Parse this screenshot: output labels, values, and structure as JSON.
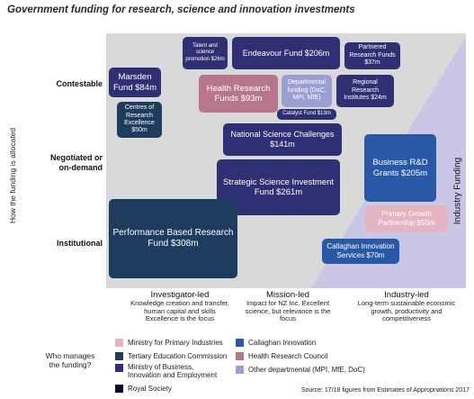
{
  "title": "Government funding for research, science and innovation investments",
  "y_axis_title": "How the funding is allocated",
  "y_rows": {
    "contestable": "Contestable",
    "negotiated_line1": "Negotiated or",
    "negotiated_line2": "on-demand",
    "institutional": "Institutional"
  },
  "industry_funding_label": "Industry Funding",
  "boxes": {
    "talent": "Talent and science promotion $26m",
    "endeavour": "Endeavour Fund $206m",
    "partnered": "Partnered Research Funds $37m",
    "marsden": "Marsden Fund $84m",
    "health": "Health Research Funds $93m",
    "departmental": "Departmental funding (DoC, MPI, MfE)",
    "regional": "Regional Research Institutes $24m",
    "catalyst": "Catalyst Fund $13m",
    "coe": "Centres of Research Excellence $50m",
    "nsc": "National Science Challenges $141m",
    "brd": "Business R&D Grants $205m",
    "ssif": "Strategic Science Investment Fund $261m",
    "pbrf": "Performance Based Research Fund $308m",
    "pgp": "Primary Growth Partnership $50m",
    "callaghan": "Callaghan Innovation Services $70m"
  },
  "x_categories": {
    "investigator": {
      "heading": "Investigator-led",
      "desc": "Knowledge creation and transfer, human capital and skills",
      "focus": "Excellence is the focus"
    },
    "mission": {
      "heading": "Mission-led",
      "desc": "Impact for NZ Inc. Excellent science, but relevance is the focus"
    },
    "industry": {
      "heading": "Industry-led",
      "desc": "Long-term sustainable economic growth, productivity and competitiveness"
    }
  },
  "legend": {
    "question": "Who manages the funding?",
    "items": [
      {
        "label": "Ministry for Primary Industries",
        "color": "#e5b4c2"
      },
      {
        "label": "Tertiary Education Commission",
        "color": "#1d3c5e"
      },
      {
        "label": "Ministry of Business, Innovation and Employment",
        "color": "#2f2f74"
      },
      {
        "label": "Royal Society",
        "color": "#0a0a2f"
      },
      {
        "label": "Callaghan Innovation",
        "color": "#2858a6"
      },
      {
        "label": "Health Research Council",
        "color": "#b8768e"
      },
      {
        "label": "Other departmental (MPI, MfE, DoC)",
        "color": "#9a9fd4"
      }
    ]
  },
  "source": "Source: 17/18 figures from Estimates of Appropriations 2017"
}
